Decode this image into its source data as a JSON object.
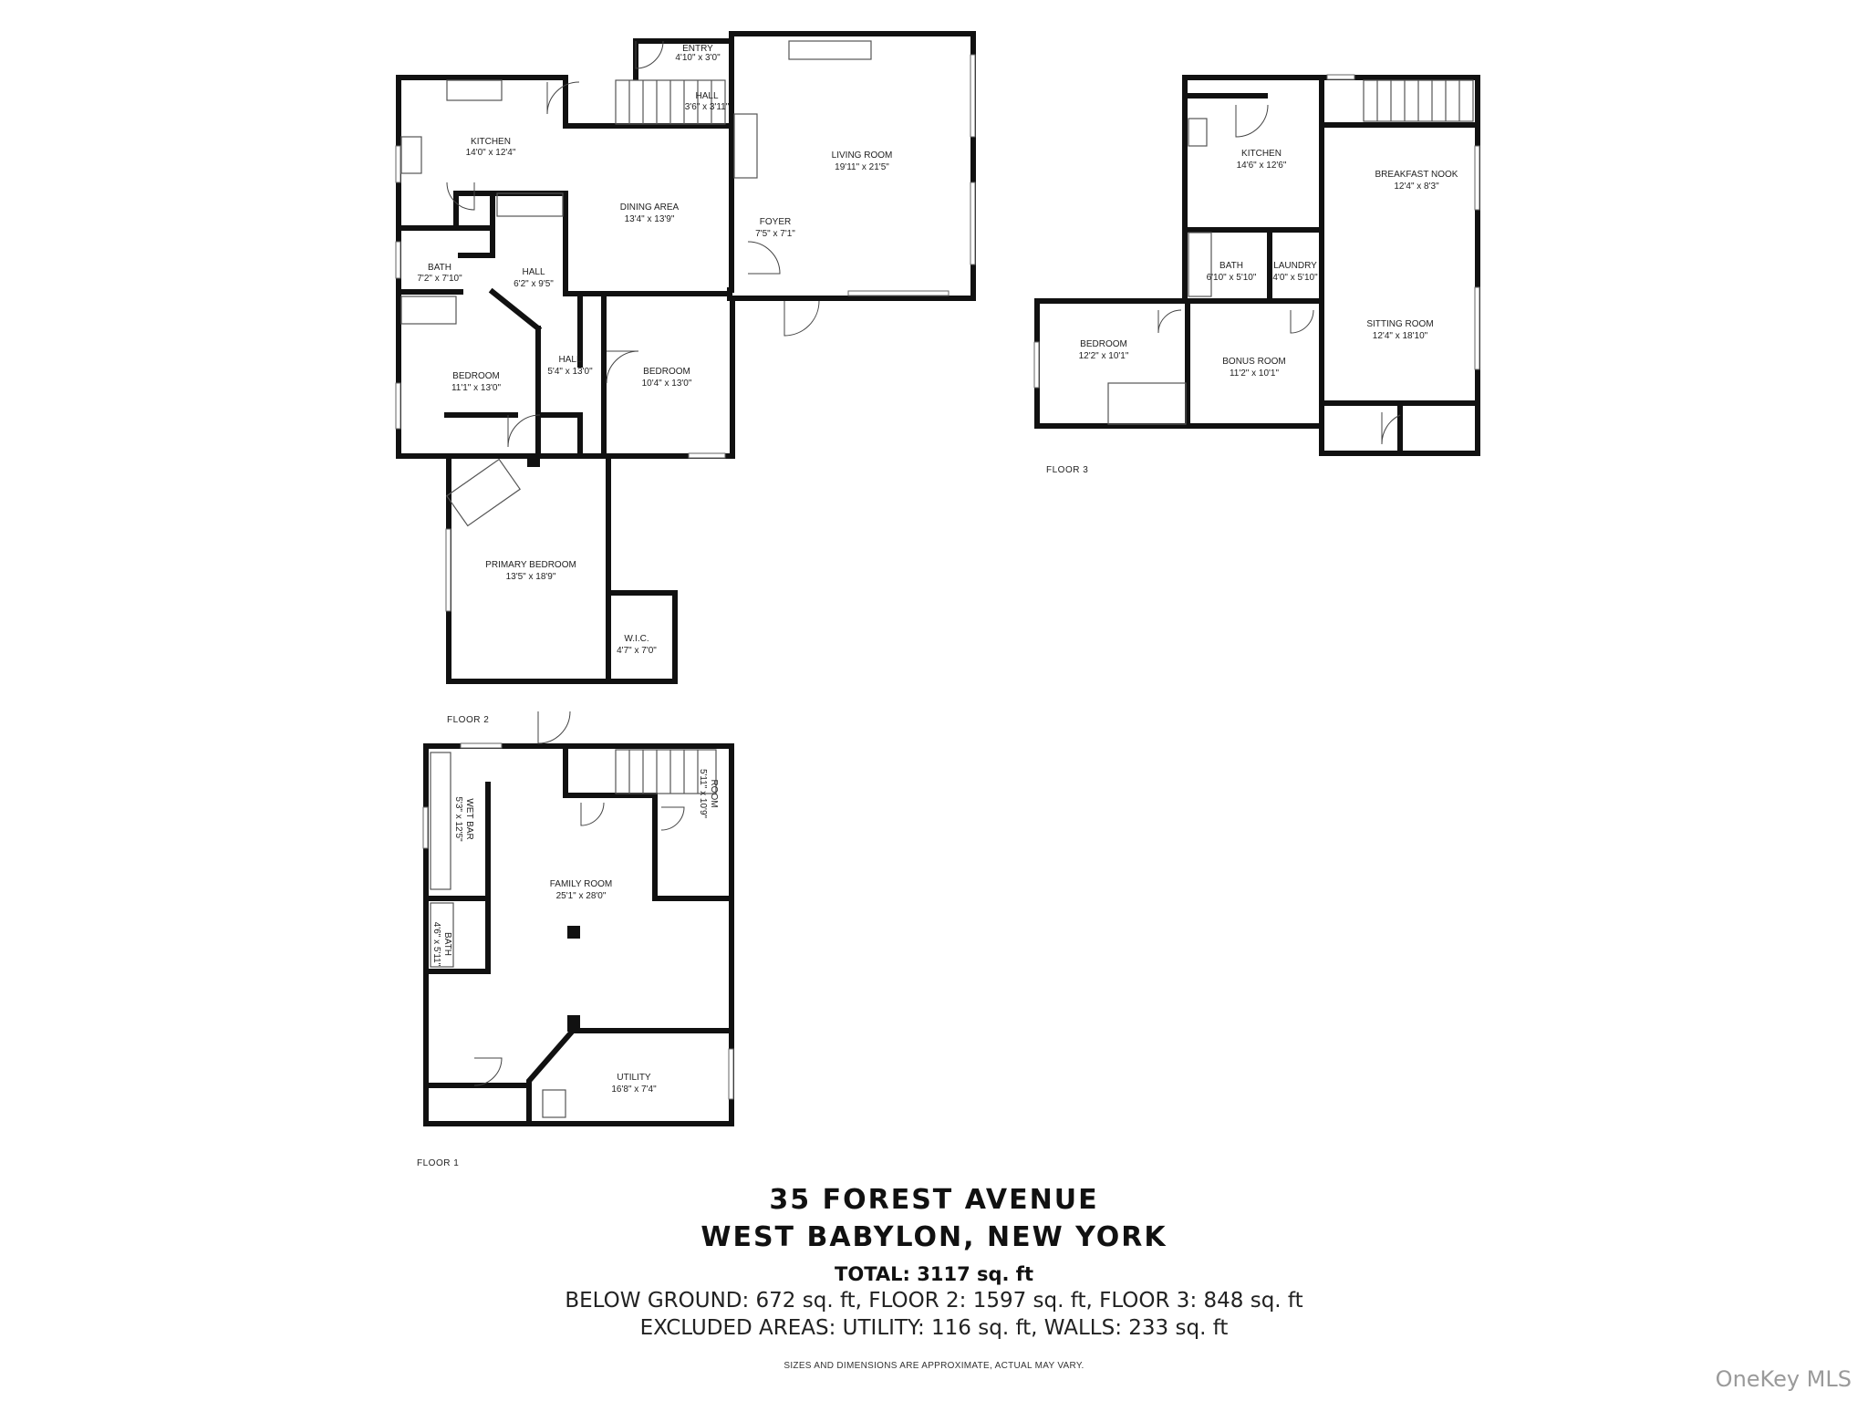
{
  "floors": {
    "floor2": {
      "label": "FLOOR 2",
      "rooms": {
        "entry": {
          "name": "ENTRY",
          "dim": "4'10\" x 3'0\""
        },
        "hall_a": {
          "name": "HALL",
          "dim": "3'6\" x 3'11\""
        },
        "kitchen": {
          "name": "KITCHEN",
          "dim": "14'0\" x 12'4\""
        },
        "living": {
          "name": "LIVING ROOM",
          "dim": "19'11\" x 21'5\""
        },
        "dining": {
          "name": "DINING AREA",
          "dim": "13'4\" x 13'9\""
        },
        "foyer": {
          "name": "FOYER",
          "dim": "7'5\" x 7'1\""
        },
        "bath": {
          "name": "BATH",
          "dim": "7'2\" x 7'10\""
        },
        "hall_b": {
          "name": "HALL",
          "dim": "6'2\" x 9'5\""
        },
        "hall_c": {
          "name": "HALL",
          "dim": "5'4\" x 13'0\""
        },
        "bedroom_a": {
          "name": "BEDROOM",
          "dim": "11'1\" x 13'0\""
        },
        "bedroom_b": {
          "name": "BEDROOM",
          "dim": "10'4\" x 13'0\""
        },
        "primary": {
          "name": "PRIMARY BEDROOM",
          "dim": "13'5\" x 18'9\""
        },
        "wic": {
          "name": "W.I.C.",
          "dim": "4'7\" x 7'0\""
        }
      }
    },
    "floor3": {
      "label": "FLOOR 3",
      "rooms": {
        "kitchen": {
          "name": "KITCHEN",
          "dim": "14'6\" x 12'6\""
        },
        "breakfast": {
          "name": "BREAKFAST NOOK",
          "dim": "12'4\" x 8'3\""
        },
        "bath": {
          "name": "BATH",
          "dim": "6'10\" x 5'10\""
        },
        "laundry": {
          "name": "LAUNDRY",
          "dim": "4'0\" x 5'10\""
        },
        "sitting": {
          "name": "SITTING ROOM",
          "dim": "12'4\" x 18'10\""
        },
        "bedroom": {
          "name": "BEDROOM",
          "dim": "12'2\" x 10'1\""
        },
        "bonus": {
          "name": "BONUS ROOM",
          "dim": "11'2\" x 10'1\""
        }
      }
    },
    "floor1": {
      "label": "FLOOR 1",
      "rooms": {
        "wetbar": {
          "name": "WET BAR",
          "dim": "5'3\" x 12'5\""
        },
        "room": {
          "name": "ROOM",
          "dim": "5'11\" x 10'9\""
        },
        "family": {
          "name": "FAMILY ROOM",
          "dim": "25'1\" x 28'0\""
        },
        "bath": {
          "name": "BATH",
          "dim": "4'6\" x 5'11\""
        },
        "utility": {
          "name": "UTILITY",
          "dim": "16'8\" x 7'4\""
        }
      }
    }
  },
  "info": {
    "address_line1": "35 FOREST AVENUE",
    "address_line2": "WEST BABYLON, NEW YORK",
    "total": "TOTAL: 3117 sq. ft",
    "areas": "BELOW GROUND: 672 sq. ft, FLOOR 2: 1597 sq. ft, FLOOR 3: 848 sq. ft",
    "excluded": "EXCLUDED AREAS: UTILITY: 116 sq. ft, WALLS: 233 sq. ft",
    "disclaimer": "SIZES AND DIMENSIONS ARE APPROXIMATE, ACTUAL MAY VARY."
  },
  "watermark": "OneKey MLS",
  "colors": {
    "wall": "#111111",
    "fixture": "#555555",
    "background": "#ffffff"
  }
}
